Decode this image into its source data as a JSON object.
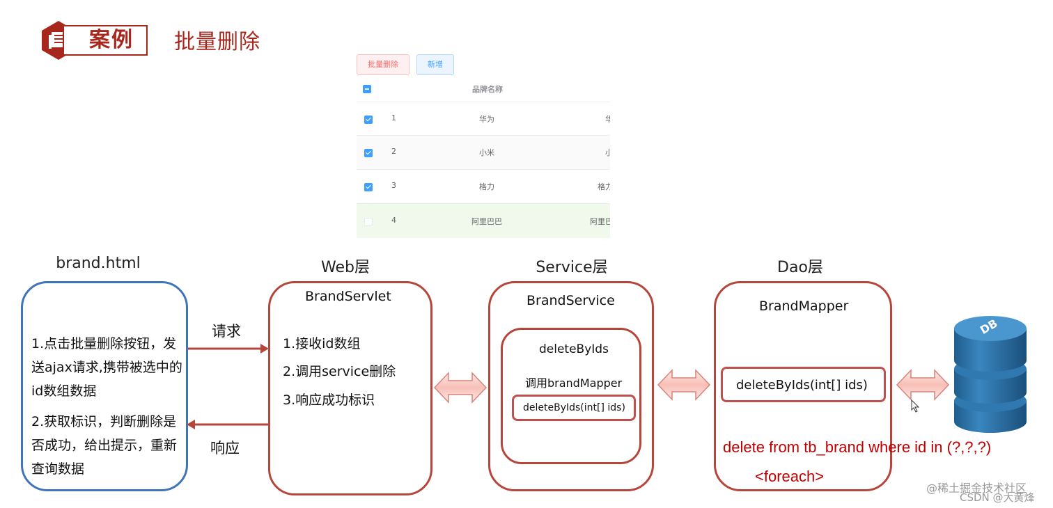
{
  "header": {
    "badge_label": "案例",
    "title": "批量删除",
    "badge_icon": "document-icon"
  },
  "table_screenshot": {
    "batch_delete_label": "批量删除",
    "add_label": "新增",
    "column_header": "品牌名称",
    "header_checkbox": "indeterminate",
    "rows": [
      {
        "index": "1",
        "brand": "华为",
        "cut": "华",
        "checked": true
      },
      {
        "index": "2",
        "brand": "小米",
        "cut": "小",
        "checked": true
      },
      {
        "index": "3",
        "brand": "格力",
        "cut": "格力",
        "checked": true
      },
      {
        "index": "4",
        "brand": "阿里巴巴",
        "cut": "阿里巴",
        "checked": false
      }
    ],
    "colors": {
      "selected_row": "#ffffff",
      "striped_row": "#fafafa",
      "success_row": "#f0f9eb"
    }
  },
  "diagram": {
    "client": {
      "title": "brand.html",
      "step1_line1": "1.点击批量删除按钮，发",
      "step1_line2": "送ajax请求,携带被选中的",
      "step1_line3": "id数组数据",
      "step2_line1": "2.获取标识，判断删除是",
      "step2_line2": "否成功，给出提示，重新",
      "step2_line3": "查询数据"
    },
    "request_label": "请求",
    "response_label": "响应",
    "web": {
      "title": "Web层",
      "name": "BrandServlet",
      "steps": [
        "1.接收id数组",
        "2.调用service删除",
        "3.响应成功标识"
      ]
    },
    "service": {
      "title": "Service层",
      "name": "BrandService",
      "method": "deleteByIds",
      "call": "调用brandMapper",
      "signature": "deleteByIds(int[] ids)"
    },
    "dao": {
      "title": "Dao层",
      "name": "BrandMapper",
      "signature": "deleteByIds(int[] ids)",
      "sql": "delete from tb_brand where id in (?,?,?)",
      "tag": "<foreach>"
    },
    "db_label": "DB",
    "colors": {
      "blue_border": "#3f74b8",
      "red_border": "#b5463b",
      "sql_red": "#c00000",
      "arrow_fill": "#fbd5d0"
    }
  },
  "watermark": {
    "line1": "@稀土掘金技术社区",
    "line2": "CSDN @大黄烽"
  }
}
